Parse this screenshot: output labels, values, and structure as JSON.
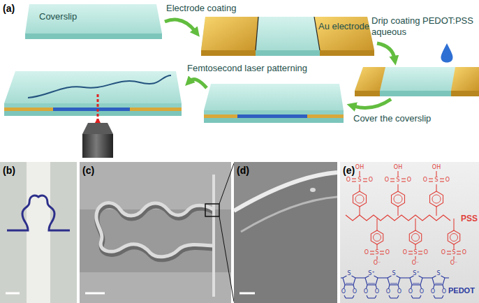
{
  "diagram": {
    "nodes": [
      {
        "text": [
          "Coverslip"
        ]
      },
      {
        "text": [
          "Au electrode"
        ]
      }
    ],
    "edges": [
      {
        "from": 0,
        "to": 1,
        "arrow": "to",
        "label": "Electrode coating"
      }
    ],
    "labels": [
      "(a)",
      "Drip coating PEDOT:PSS aqueous",
      "Cover the coverslip",
      "Femtosecond laser patterning",
      "(b)",
      "(c)",
      "(d)",
      "(e)",
      "PSS",
      "PEDOT",
      "OH",
      "O",
      "S",
      "O",
      "OH",
      "O",
      "S",
      "O",
      "OH",
      "O",
      "S",
      "O",
      "O",
      "S",
      "O",
      "O⁻",
      "O",
      "S",
      "O",
      "O⁻",
      "O",
      "S",
      "O",
      "O⁻",
      "S",
      "O",
      "O",
      "S⁺",
      "O",
      "O",
      "S",
      "O",
      "O",
      "S⁺",
      "O",
      "O",
      "S",
      "O",
      "O"
    ]
  }
}
